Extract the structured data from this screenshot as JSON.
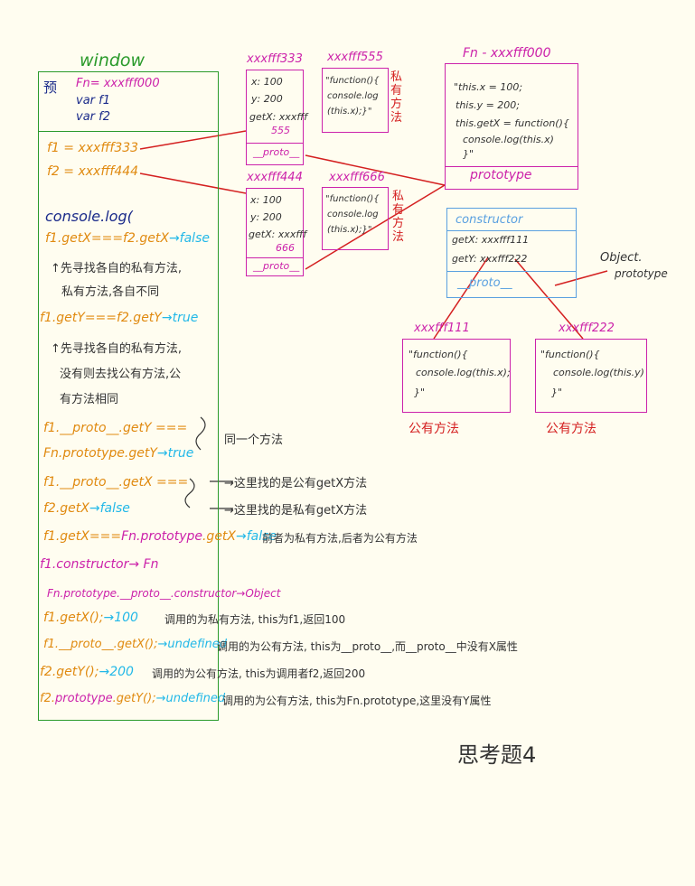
{
  "colors": {
    "green": "#2a9a2a",
    "red": "#d42020",
    "magenta": "#cc22aa",
    "orange": "#e08a10",
    "blue": "#5aa0e0",
    "navy": "#1a2a8a",
    "cyan": "#22b8e8",
    "dark": "#333333"
  },
  "window": {
    "title": "window",
    "pre_label": "预",
    "fn_decl": "Fn= xxxfff000",
    "var_f1": "var f1",
    "var_f2": "var f2",
    "f1_assign": "f1 = xxxfff333",
    "f2_assign": "f2 = xxxfff444"
  },
  "obj333": {
    "addr": "xxxfff333",
    "x": "x: 100",
    "y": "y: 200",
    "getx": "getX: xxxfff",
    "getx_addr": "555",
    "proto": "__proto__"
  },
  "obj555": {
    "addr": "xxxfff555",
    "code1": "\"function(){",
    "code2": "console.log",
    "code3": "(this.x);}\"",
    "side": "私有方法"
  },
  "obj444": {
    "addr": "xxxfff444",
    "x": "x: 100",
    "y": "y: 200",
    "getx": "getX: xxxfff",
    "getx_addr": "666",
    "proto": "__proto__"
  },
  "obj666": {
    "addr": "xxxfff666",
    "code1": "\"function(){",
    "code2": "console.log",
    "code3": "(this.x);}\"",
    "side": "私有方法"
  },
  "fn000": {
    "addr": "Fn - xxxfff000",
    "line1": "\"this.x = 100;",
    "line2": "this.y = 200;",
    "line3": "this.getX = function(){",
    "line4": "console.log(this.x)",
    "line5": "}\"",
    "prototype": "prototype"
  },
  "proto_obj": {
    "constructor": "constructor",
    "getx": "getX: xxxfff111",
    "gety": "getY: xxxfff222",
    "proto": "__proto__"
  },
  "object_label": {
    "line1": "Object.",
    "line2": "prototype"
  },
  "obj111": {
    "addr": "xxxfff111",
    "code1": "\"function(){",
    "code2": "console.log(this.x);",
    "code3": "}\"",
    "caption": "公有方法"
  },
  "obj222": {
    "addr": "xxxfff222",
    "code1": "\"function(){",
    "code2": "console.log(this.y)",
    "code3": "}\"",
    "caption": "公有方法"
  },
  "notes": {
    "console_log": "console.log(",
    "n1_a": "f1.getX===f2.getX",
    "n1_b": "→false",
    "n1_c": "↑先寻找各自的私有方法,",
    "n1_d": "私有方法,各自不同",
    "n2_a": "f1.getY===f2.getY",
    "n2_b": "→true",
    "n2_c": "↑先寻找各自的私有方法,",
    "n2_d": "没有则去找公有方法,公",
    "n2_e": "有方法相同",
    "n3_a": "f1.__proto__.getY ===",
    "n3_b": "Fn.prototype.getY",
    "n3_c": "→true",
    "n3_side": "同一个方法",
    "n4_a": "f1.__proto__.getX ===",
    "n4_side": "→这里找的是公有getX方法",
    "n5_a": "f2.getX",
    "n5_b": "→false",
    "n5_side": "→这里找的是私有getX方法",
    "n6_a": "f1.getX===",
    "n6_b": "Fn.prototype",
    "n6_c": ".getX",
    "n6_d": "→false",
    "n6_side": "前者为私有方法,后者为公有方法",
    "n7_a": "f1.constructor",
    "n7_b": "→ Fn",
    "n8_a": "Fn.prototype.__proto__.constructor",
    "n8_b": "→Object",
    "n9_a": "f1.getX();",
    "n9_b": "→100",
    "n9_side": "调用的为私有方法, this为f1,返回100",
    "n10_a": "f1.__proto__.getX();",
    "n10_b": "→undefined",
    "n10_side": "调用的为公有方法, this为__proto__,而__proto__中没有X属性",
    "n11_a": "f2.getY();",
    "n11_b": "→200",
    "n11_side": "调用的为公有方法, this为调用者f2,返回200",
    "n12_a": "f2.",
    "n12_b": "prototype",
    "n12_c": ".getY();",
    "n12_d": "→undefined",
    "n12_side": "调用的为公有方法, this为Fn.prototype,这里没有Y属性"
  },
  "footer": "思考题4"
}
